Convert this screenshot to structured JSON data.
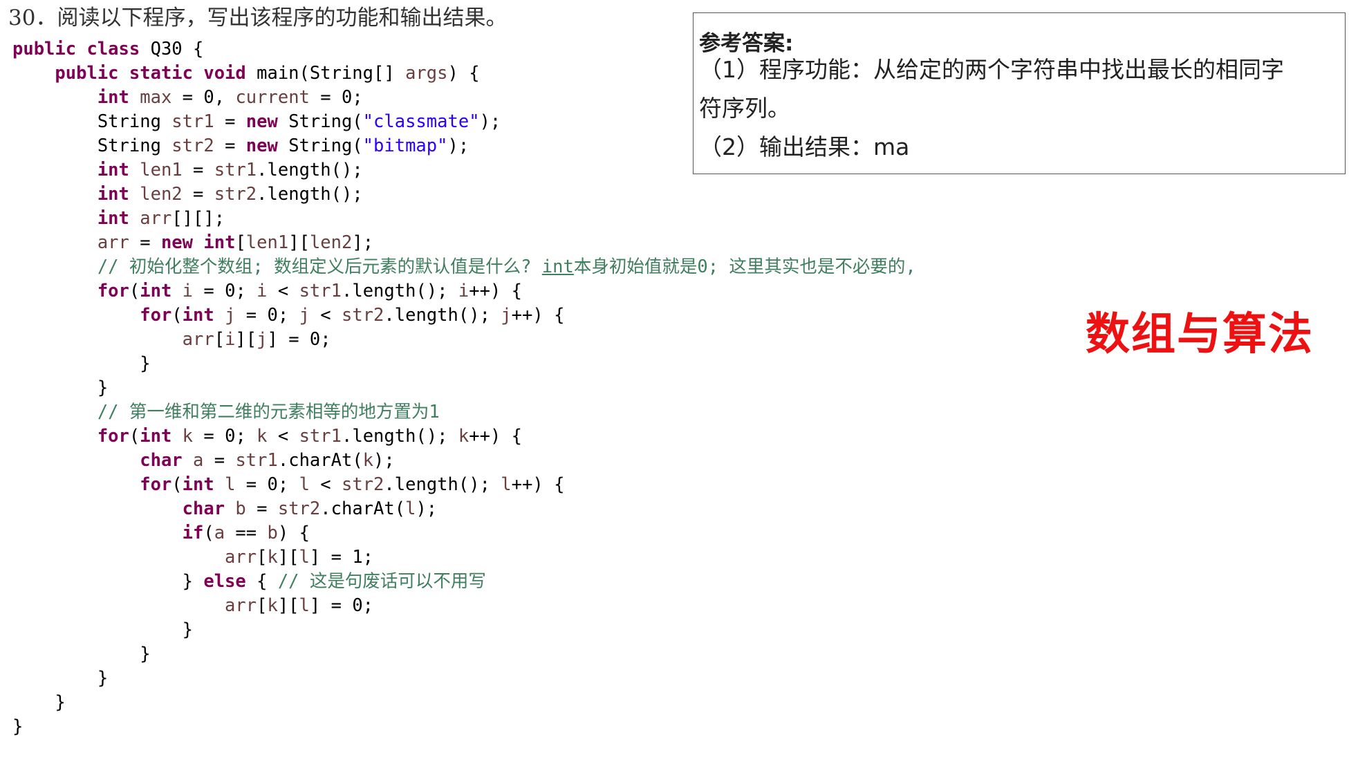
{
  "question": {
    "text": "30．阅读以下程序，写出该程序的功能和输出结果。"
  },
  "answer": {
    "title": "参考答案:",
    "line1": "（1）程序功能：从给定的两个字符串中找出最长的相同字",
    "line2": "符序列。",
    "line3": "（2）输出结果：ma"
  },
  "topic_label": "数组与算法",
  "code": [
    [
      [
        "kw",
        "public class"
      ],
      [
        "t",
        " Q30 {"
      ]
    ],
    [
      [
        "t",
        "    "
      ],
      [
        "kw",
        "public static void"
      ],
      [
        "t",
        " main(String[] "
      ],
      [
        "var",
        "args"
      ],
      [
        "t",
        ") {"
      ]
    ],
    [
      [
        "t",
        "        "
      ],
      [
        "kw",
        "int"
      ],
      [
        "t",
        " "
      ],
      [
        "var",
        "max"
      ],
      [
        "t",
        " = 0, "
      ],
      [
        "var",
        "current"
      ],
      [
        "t",
        " = 0;"
      ]
    ],
    [
      [
        "t",
        "        String "
      ],
      [
        "var",
        "str1"
      ],
      [
        "t",
        " = "
      ],
      [
        "kw",
        "new"
      ],
      [
        "t",
        " String("
      ],
      [
        "str",
        "\"classmate\""
      ],
      [
        "t",
        ");"
      ]
    ],
    [
      [
        "t",
        "        String "
      ],
      [
        "var",
        "str2"
      ],
      [
        "t",
        " = "
      ],
      [
        "kw",
        "new"
      ],
      [
        "t",
        " String("
      ],
      [
        "str",
        "\"bitmap\""
      ],
      [
        "t",
        ");"
      ]
    ],
    [
      [
        "t",
        "        "
      ],
      [
        "kw",
        "int"
      ],
      [
        "t",
        " "
      ],
      [
        "var",
        "len1"
      ],
      [
        "t",
        " = "
      ],
      [
        "var",
        "str1"
      ],
      [
        "t",
        ".length();"
      ]
    ],
    [
      [
        "t",
        "        "
      ],
      [
        "kw",
        "int"
      ],
      [
        "t",
        " "
      ],
      [
        "var",
        "len2"
      ],
      [
        "t",
        " = "
      ],
      [
        "var",
        "str2"
      ],
      [
        "t",
        ".length();"
      ]
    ],
    [
      [
        "t",
        "        "
      ],
      [
        "kw",
        "int"
      ],
      [
        "t",
        " "
      ],
      [
        "var",
        "arr"
      ],
      [
        "t",
        "[][];"
      ]
    ],
    [
      [
        "t",
        "        "
      ],
      [
        "var",
        "arr"
      ],
      [
        "t",
        " = "
      ],
      [
        "kw",
        "new"
      ],
      [
        "t",
        " "
      ],
      [
        "kw",
        "int"
      ],
      [
        "t",
        "["
      ],
      [
        "var",
        "len1"
      ],
      [
        "t",
        "]["
      ],
      [
        "var",
        "len2"
      ],
      [
        "t",
        "];"
      ]
    ],
    [
      [
        "t",
        "        "
      ],
      [
        "cm",
        "// 初始化整个数组; 数组定义后元素的默认值是什么? "
      ],
      [
        "cm-u",
        "int"
      ],
      [
        "cm",
        "本身初始值就是0; 这里其实也是不必要的,"
      ]
    ],
    [
      [
        "t",
        "        "
      ],
      [
        "kw",
        "for"
      ],
      [
        "t",
        "("
      ],
      [
        "kw",
        "int"
      ],
      [
        "t",
        " "
      ],
      [
        "var",
        "i"
      ],
      [
        "t",
        " = 0; "
      ],
      [
        "var",
        "i"
      ],
      [
        "t",
        " < "
      ],
      [
        "var",
        "str1"
      ],
      [
        "t",
        ".length(); "
      ],
      [
        "var",
        "i"
      ],
      [
        "t",
        "++) {"
      ]
    ],
    [
      [
        "t",
        "            "
      ],
      [
        "kw",
        "for"
      ],
      [
        "t",
        "("
      ],
      [
        "kw",
        "int"
      ],
      [
        "t",
        " "
      ],
      [
        "var",
        "j"
      ],
      [
        "t",
        " = 0; "
      ],
      [
        "var",
        "j"
      ],
      [
        "t",
        " < "
      ],
      [
        "var",
        "str2"
      ],
      [
        "t",
        ".length(); "
      ],
      [
        "var",
        "j"
      ],
      [
        "t",
        "++) {"
      ]
    ],
    [
      [
        "t",
        "                "
      ],
      [
        "var",
        "arr"
      ],
      [
        "t",
        "["
      ],
      [
        "var",
        "i"
      ],
      [
        "t",
        "]["
      ],
      [
        "var",
        "j"
      ],
      [
        "t",
        "] = 0;"
      ]
    ],
    [
      [
        "t",
        "            }"
      ]
    ],
    [
      [
        "t",
        "        }"
      ]
    ],
    [
      [
        "t",
        "        "
      ],
      [
        "cm",
        "// 第一维和第二维的元素相等的地方置为1"
      ]
    ],
    [
      [
        "t",
        "        "
      ],
      [
        "kw",
        "for"
      ],
      [
        "t",
        "("
      ],
      [
        "kw",
        "int"
      ],
      [
        "t",
        " "
      ],
      [
        "var",
        "k"
      ],
      [
        "t",
        " = 0; "
      ],
      [
        "var",
        "k"
      ],
      [
        "t",
        " < "
      ],
      [
        "var",
        "str1"
      ],
      [
        "t",
        ".length(); "
      ],
      [
        "var",
        "k"
      ],
      [
        "t",
        "++) {"
      ]
    ],
    [
      [
        "t",
        "            "
      ],
      [
        "kw",
        "char"
      ],
      [
        "t",
        " "
      ],
      [
        "var",
        "a"
      ],
      [
        "t",
        " = "
      ],
      [
        "var",
        "str1"
      ],
      [
        "t",
        ".charAt("
      ],
      [
        "var",
        "k"
      ],
      [
        "t",
        ");"
      ]
    ],
    [
      [
        "t",
        "            "
      ],
      [
        "kw",
        "for"
      ],
      [
        "t",
        "("
      ],
      [
        "kw",
        "int"
      ],
      [
        "t",
        " "
      ],
      [
        "var",
        "l"
      ],
      [
        "t",
        " = 0; "
      ],
      [
        "var",
        "l"
      ],
      [
        "t",
        " < "
      ],
      [
        "var",
        "str2"
      ],
      [
        "t",
        ".length(); "
      ],
      [
        "var",
        "l"
      ],
      [
        "t",
        "++) {"
      ]
    ],
    [
      [
        "t",
        "                "
      ],
      [
        "kw",
        "char"
      ],
      [
        "t",
        " "
      ],
      [
        "var",
        "b"
      ],
      [
        "t",
        " = "
      ],
      [
        "var",
        "str2"
      ],
      [
        "t",
        ".charAt("
      ],
      [
        "var",
        "l"
      ],
      [
        "t",
        ");"
      ]
    ],
    [
      [
        "t",
        "                "
      ],
      [
        "kw",
        "if"
      ],
      [
        "t",
        "("
      ],
      [
        "var",
        "a"
      ],
      [
        "t",
        " == "
      ],
      [
        "var",
        "b"
      ],
      [
        "t",
        ") {"
      ]
    ],
    [
      [
        "t",
        "                    "
      ],
      [
        "var",
        "arr"
      ],
      [
        "t",
        "["
      ],
      [
        "var",
        "k"
      ],
      [
        "t",
        "]["
      ],
      [
        "var",
        "l"
      ],
      [
        "t",
        "] = 1;"
      ]
    ],
    [
      [
        "t",
        "                } "
      ],
      [
        "kw",
        "else"
      ],
      [
        "t",
        " { "
      ],
      [
        "cm",
        "// 这是句废话可以不用写"
      ]
    ],
    [
      [
        "t",
        "                    "
      ],
      [
        "var",
        "arr"
      ],
      [
        "t",
        "["
      ],
      [
        "var",
        "k"
      ],
      [
        "t",
        "]["
      ],
      [
        "var",
        "l"
      ],
      [
        "t",
        "] = 0;"
      ]
    ],
    [
      [
        "t",
        "                }"
      ]
    ],
    [
      [
        "t",
        "            }"
      ]
    ],
    [
      [
        "t",
        "        }"
      ]
    ],
    [
      [
        "t",
        "    }"
      ]
    ],
    [
      [
        "t",
        "}"
      ]
    ]
  ]
}
